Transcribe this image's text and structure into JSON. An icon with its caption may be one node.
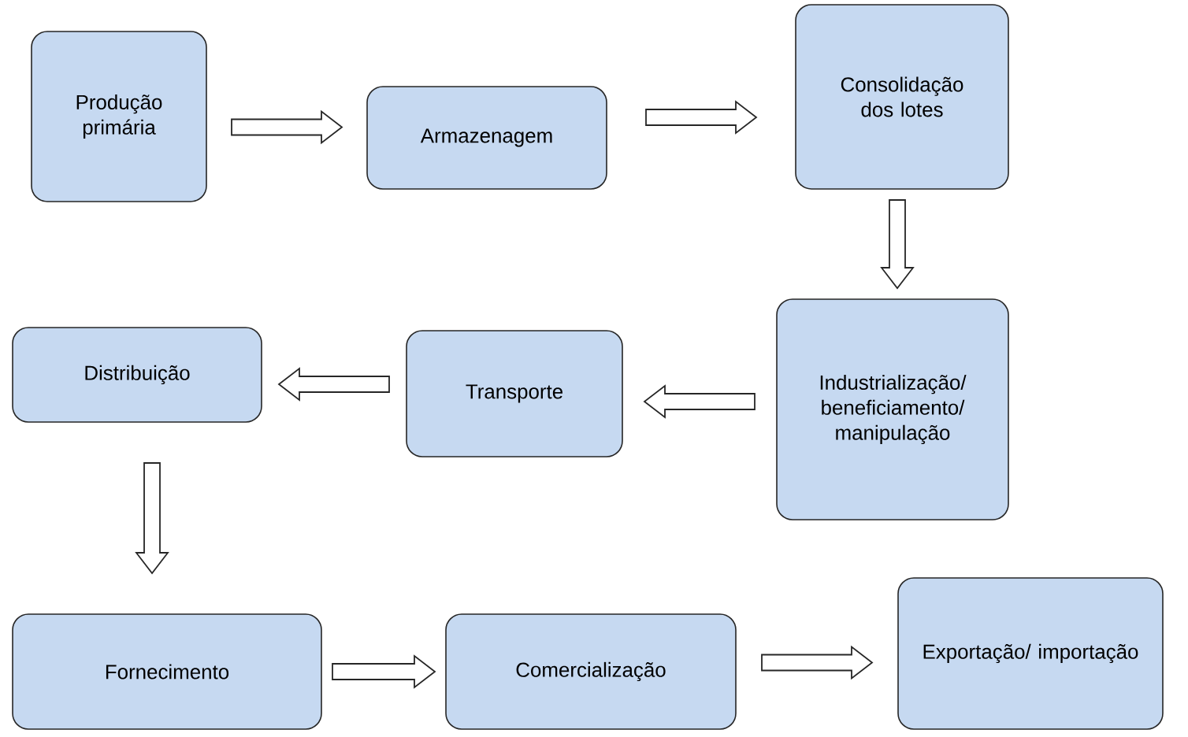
{
  "diagram": {
    "nodes": [
      {
        "text": [
          "Produção primária"
        ]
      },
      {
        "text": [
          "Armazenagem"
        ]
      },
      {
        "text": [
          "Consolidação dos lotes"
        ]
      },
      {
        "text": [
          "Industrialização/ beneficiamento/ manipulação"
        ]
      },
      {
        "text": [
          "Transporte"
        ]
      },
      {
        "text": [
          "Distribuição"
        ]
      },
      {
        "text": [
          "Fornecimento"
        ]
      },
      {
        "text": [
          "Comercialização"
        ]
      },
      {
        "text": [
          "Exportação/ importação"
        ]
      }
    ],
    "edges": [
      {
        "from": 0,
        "to": 1,
        "arrow": "to"
      },
      {
        "from": 1,
        "to": 2,
        "arrow": "to"
      },
      {
        "from": 2,
        "to": 3,
        "arrow": "to"
      },
      {
        "from": 3,
        "to": 4,
        "arrow": "to"
      },
      {
        "from": 4,
        "to": 5,
        "arrow": "to"
      },
      {
        "from": 5,
        "to": 6,
        "arrow": "to"
      },
      {
        "from": 6,
        "to": 7,
        "arrow": "to"
      },
      {
        "from": 7,
        "to": 8,
        "arrow": "to"
      }
    ]
  }
}
